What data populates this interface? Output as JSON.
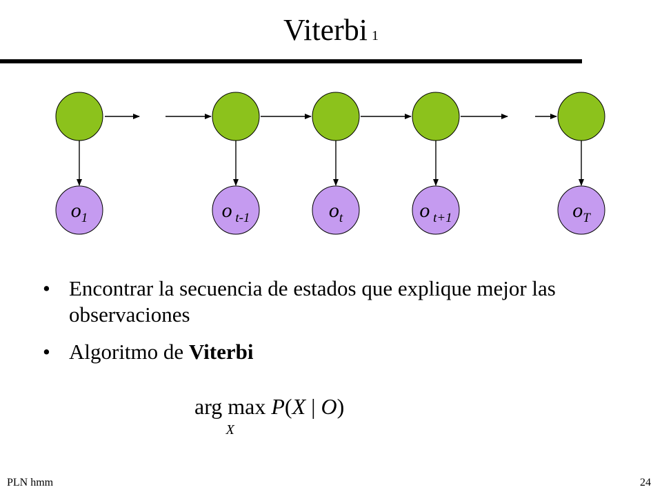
{
  "slide": {
    "title": "Viterbi",
    "title_number": "1",
    "footer_left": "PLN  hmm",
    "page_number": "24"
  },
  "diagram": {
    "state_color": "#8cc21c",
    "observation_color": "#c59bf0",
    "observations": [
      {
        "var": "o",
        "sub": "1"
      },
      {
        "var": "o",
        "sub": " t-1"
      },
      {
        "var": "o",
        "sub": "t"
      },
      {
        "var": "o",
        "sub": " t+1"
      },
      {
        "var": "o",
        "sub": "T"
      }
    ]
  },
  "bullets": [
    {
      "text": "Encontrar la secuencia de estados que explique mejor las observaciones"
    },
    {
      "text_plain": "Algoritmo  de ",
      "text_bold": "Viterbi"
    }
  ],
  "bullet_symbol": "•",
  "formula": {
    "op": "arg max",
    "op_sub": "X",
    "func": "P",
    "open": "(",
    "arg1": "X",
    "bar": " | ",
    "arg2": "O",
    "close": ")"
  }
}
